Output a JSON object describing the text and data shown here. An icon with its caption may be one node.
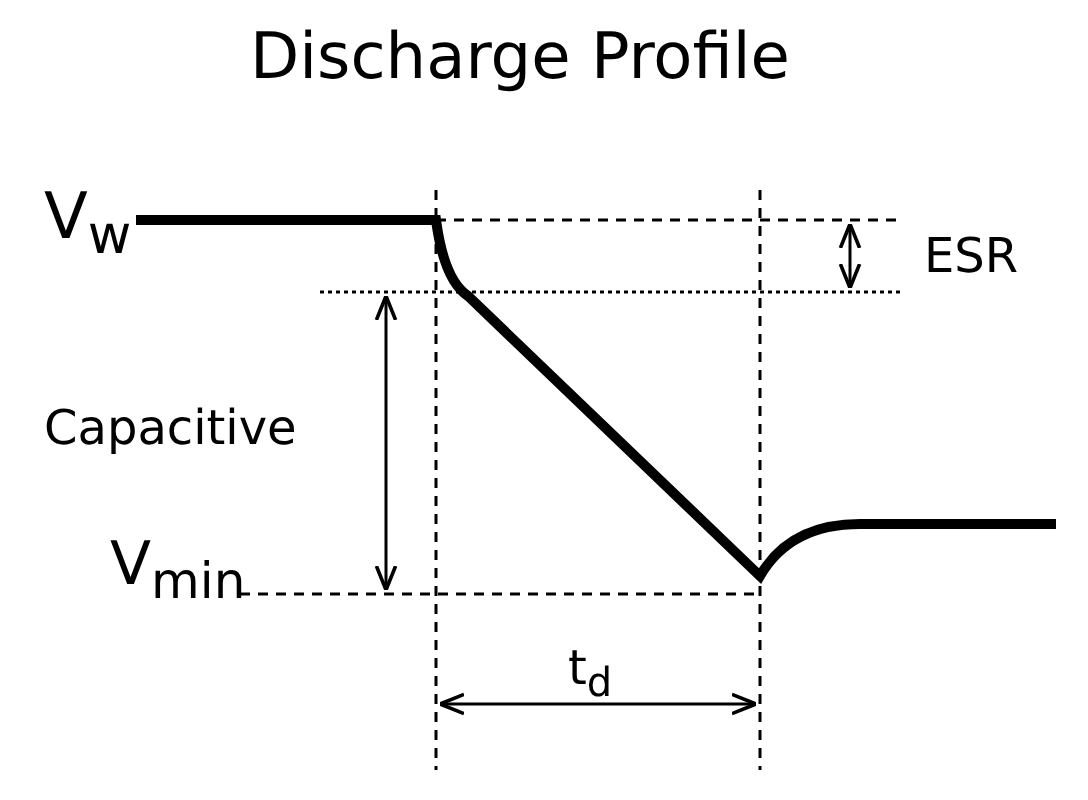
{
  "diagram": {
    "title": "Discharge Profile",
    "labels": [
      "V$_{w}$",
      "ESR",
      "Capacitive",
      "V$_{min}$",
      "t$_{d}$"
    ]
  }
}
